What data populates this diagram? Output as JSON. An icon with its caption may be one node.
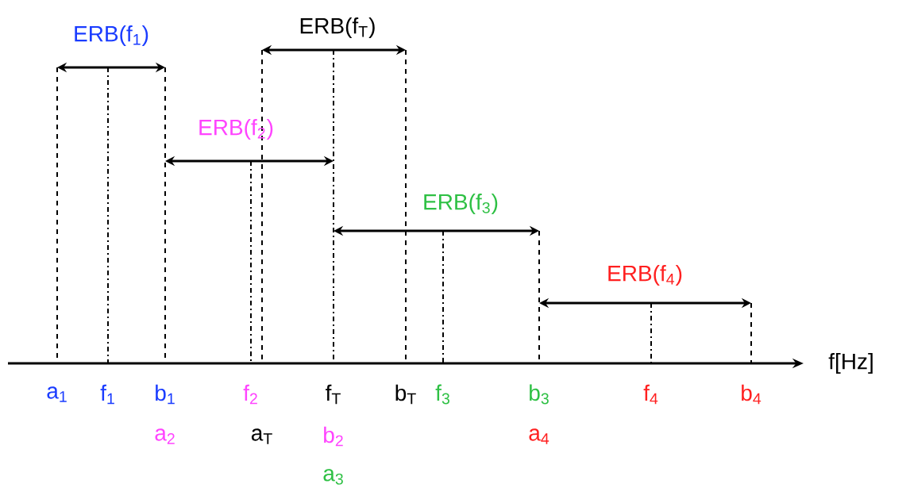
{
  "diagram": {
    "labels": [
      "ERB(f$_{1}$)",
      "ERB(f$_{T}$)",
      "ERB(f$_{2}$)",
      "ERB(f$_{3}$)",
      "ERB(f$_{4}$)",
      "f[Hz]",
      "a$_{1}$",
      "f$_{1}$",
      "b$_{1}$",
      "f$_{2}$",
      "f$_{T}$",
      "b$_{T}$",
      "f$_{3}$",
      "b$_{3}$",
      "f$_{4}$",
      "b$_{4}$",
      "a$_{2}$",
      "a$_{T}$",
      "b$_{2}$",
      "a$_{4}$",
      "a$_{3}$"
    ]
  }
}
